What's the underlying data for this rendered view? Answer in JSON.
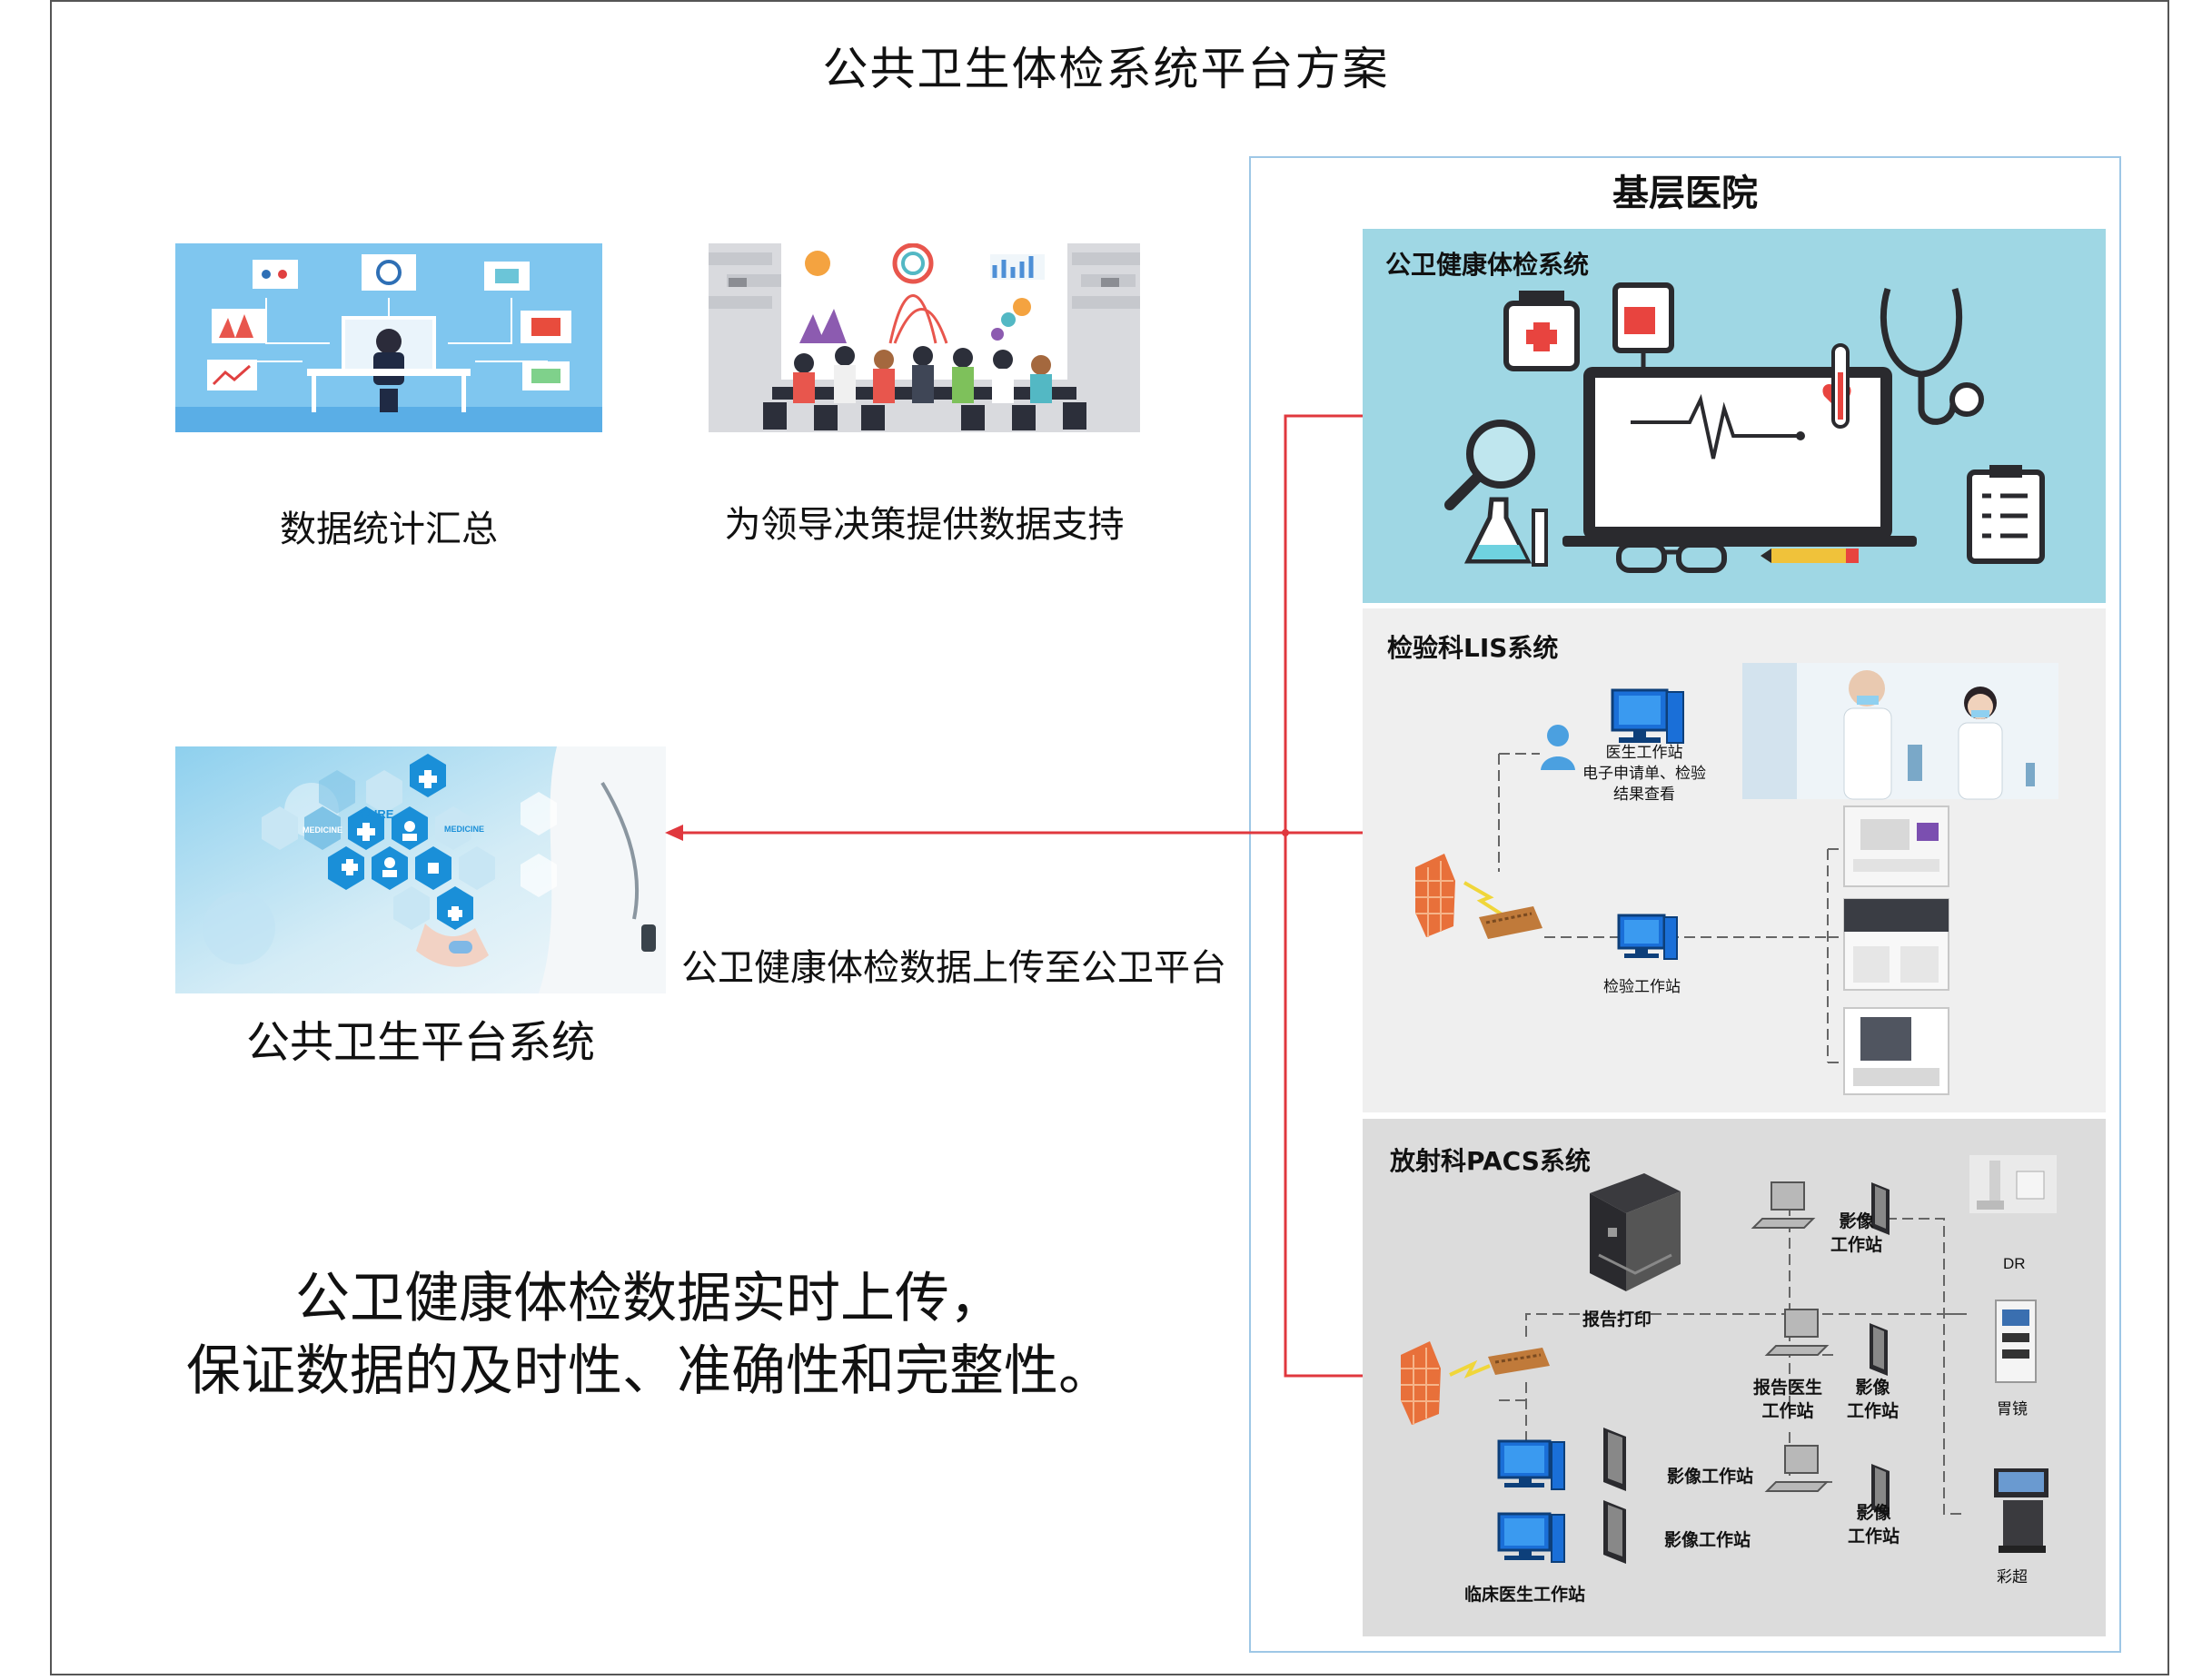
{
  "title": "公共卫生体检系统平台方案",
  "left": {
    "caption_stats": "数据统计汇总",
    "caption_decision": "为领导决策提供数据支持",
    "caption_platform": "公共卫生平台系统",
    "upload_label": "公卫健康体检数据上传至公卫平台",
    "summary_line1": "公卫健康体检数据实时上传，",
    "summary_line2": "保证数据的及时性、准确性和完整性。",
    "icon_words": [
      "CURE",
      "MEDICINE",
      "MEDICINE"
    ]
  },
  "hospital": {
    "title": "基层医院",
    "sections": [
      {
        "title": "公卫健康体检系统"
      },
      {
        "title": "检验科LIS系统",
        "doctor_station": [
          "医生工作站",
          "电子申请单、检验",
          "结果查看"
        ],
        "lab_station": "检验工作站"
      },
      {
        "title": "放射科PACS系统",
        "report_print": "报告打印",
        "report_doctor": [
          "报告医生",
          "工作站"
        ],
        "imaging_station": "影像工作站",
        "imaging_stacked": [
          "影像",
          "工作站"
        ],
        "clinician": "临床医生工作站",
        "devices": [
          "DR",
          "胃镜",
          "彩超"
        ]
      }
    ]
  },
  "colors": {
    "connector": "#e0383e",
    "accent_blue": "#1a8fd8",
    "panel_border": "#9ec7e6"
  }
}
